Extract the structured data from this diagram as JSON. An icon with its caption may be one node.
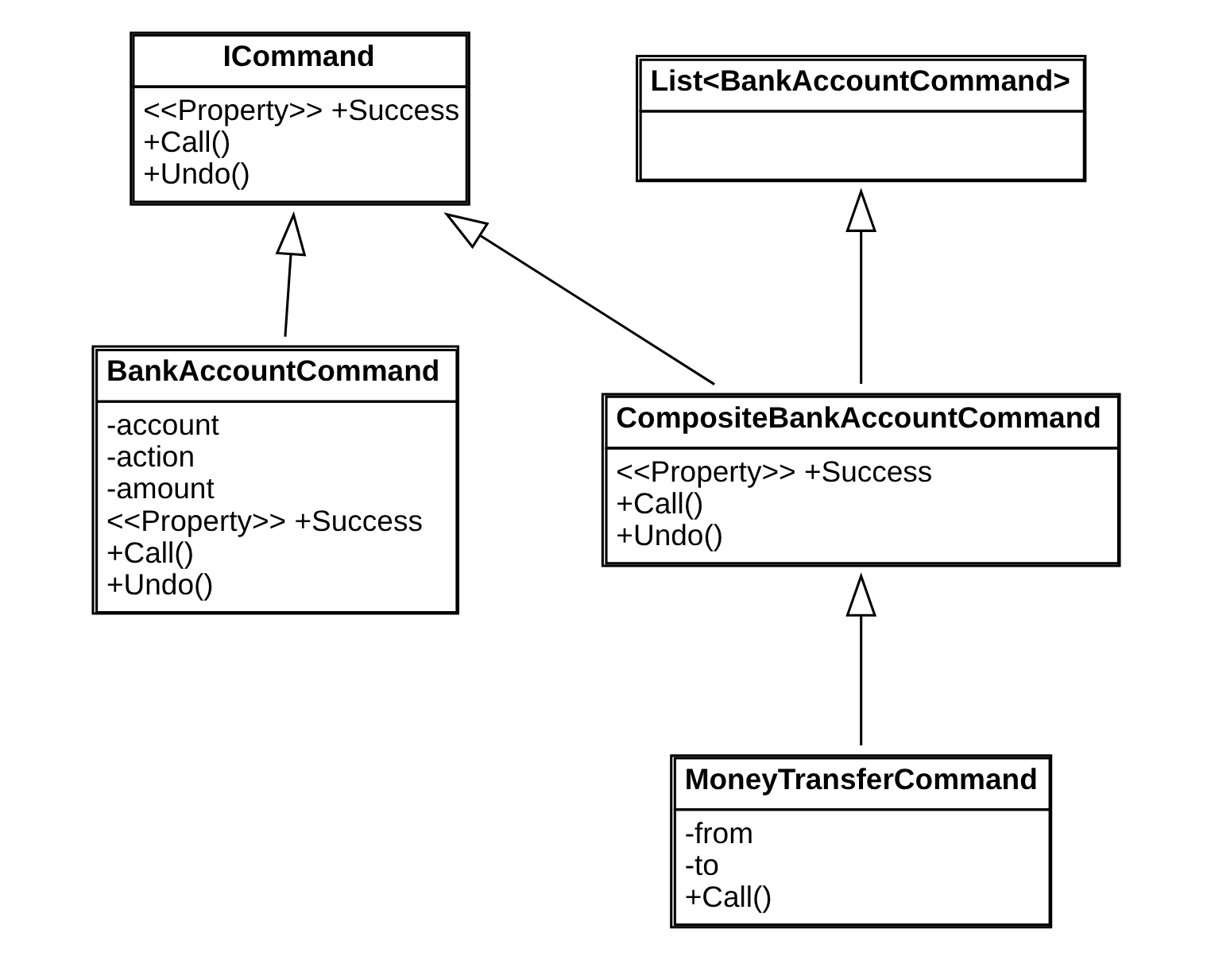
{
  "diagram": {
    "nodes": [
      {
        "text": [
          "ICommand",
          "<<Property>> +Success",
          "+Call()",
          "+Undo()"
        ]
      },
      {
        "text": [
          "List<BankAccountCommand>"
        ]
      },
      {
        "text": [
          "BankAccountCommand",
          "-account",
          "-action",
          "-amount",
          "<<Property>> +Success",
          "+Call()",
          "+Undo()"
        ]
      },
      {
        "text": [
          "CompositeBankAccountCommand",
          "<<Property>> +Success",
          "+Call()",
          "+Undo()"
        ]
      },
      {
        "text": [
          "MoneyTransferCommand",
          "-from",
          "-to",
          "+Call()"
        ]
      }
    ],
    "edges": [
      {
        "from": 2,
        "to": 0,
        "arrow": "to"
      },
      {
        "from": 3,
        "to": 0,
        "arrow": "to"
      },
      {
        "from": 3,
        "to": 1,
        "arrow": "to"
      },
      {
        "from": 4,
        "to": 3,
        "arrow": "to"
      }
    ]
  }
}
